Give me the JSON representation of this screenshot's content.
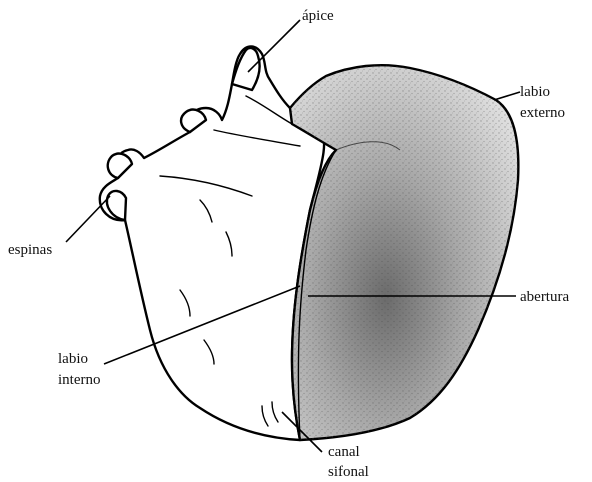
{
  "diagram": {
    "labels": {
      "apex": "ápice",
      "outer_lip_1": "labio",
      "outer_lip_2": "externo",
      "spines": "espinas",
      "aperture": "abertura",
      "inner_lip_1": "labio",
      "inner_lip_2": "interno",
      "siphonal_1": "canal",
      "siphonal_2": "sifonal"
    },
    "colors": {
      "outline": "#000000",
      "aperture_dark": "#6b6b6b",
      "aperture_mid": "#a8a8a8",
      "aperture_light": "#e4e4e4",
      "background": "#ffffff"
    }
  }
}
